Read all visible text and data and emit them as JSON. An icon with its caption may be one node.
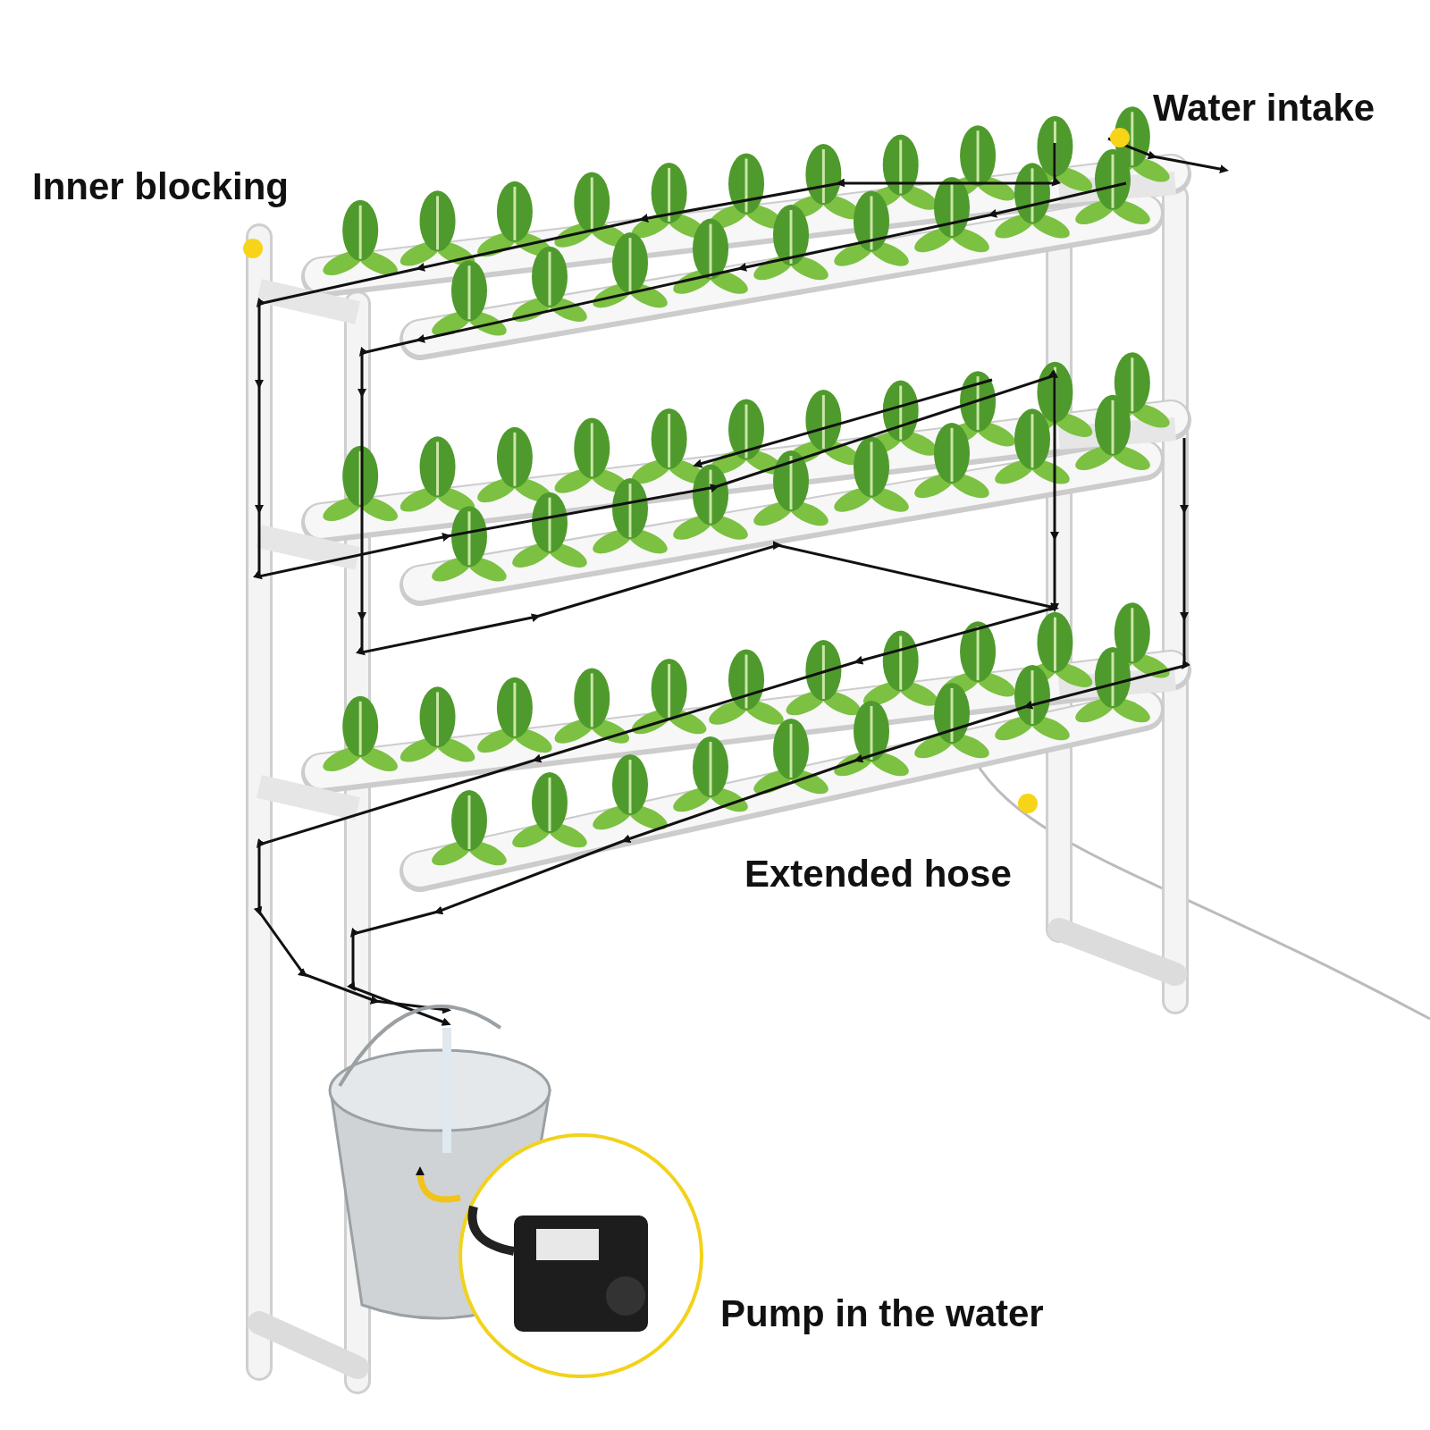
{
  "diagram": {
    "labels": [
      "Inner blocking",
      "Water intake",
      "Extended hose",
      "Pump in the water"
    ]
  }
}
